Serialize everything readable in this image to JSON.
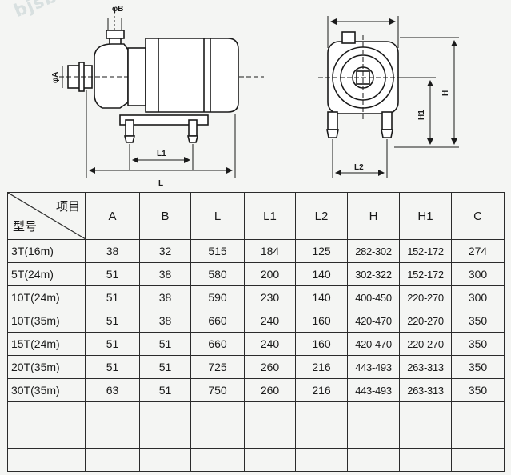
{
  "drawing": {
    "side_view": {
      "dim_phi_b": "φB",
      "dim_phi_a": "φA",
      "dim_l1": "L1",
      "dim_l": "L"
    },
    "end_view": {
      "dim_h1": "H1",
      "dim_h": "H",
      "dim_l2": "L2"
    }
  },
  "table": {
    "corner_top": "项目",
    "corner_bottom": "型号",
    "headers": [
      "A",
      "B",
      "L",
      "L1",
      "L2",
      "H",
      "H1",
      "C"
    ],
    "rows": [
      {
        "model": "3T(16m)",
        "cells": [
          "38",
          "32",
          "515",
          "184",
          "125",
          "282-302",
          "152-172",
          "274"
        ]
      },
      {
        "model": "5T(24m)",
        "cells": [
          "51",
          "38",
          "580",
          "200",
          "140",
          "302-322",
          "152-172",
          "300"
        ]
      },
      {
        "model": "10T(24m)",
        "cells": [
          "51",
          "38",
          "590",
          "230",
          "140",
          "400-450",
          "220-270",
          "300"
        ]
      },
      {
        "model": "10T(35m)",
        "cells": [
          "51",
          "38",
          "660",
          "240",
          "160",
          "420-470",
          "220-270",
          "350"
        ]
      },
      {
        "model": "15T(24m)",
        "cells": [
          "51",
          "51",
          "660",
          "240",
          "160",
          "420-470",
          "220-270",
          "350"
        ]
      },
      {
        "model": "20T(35m)",
        "cells": [
          "51",
          "51",
          "725",
          "260",
          "216",
          "443-493",
          "263-313",
          "350"
        ]
      },
      {
        "model": "30T(35m)",
        "cells": [
          "63",
          "51",
          "750",
          "260",
          "216",
          "443-493",
          "263-313",
          "350"
        ]
      }
    ]
  }
}
